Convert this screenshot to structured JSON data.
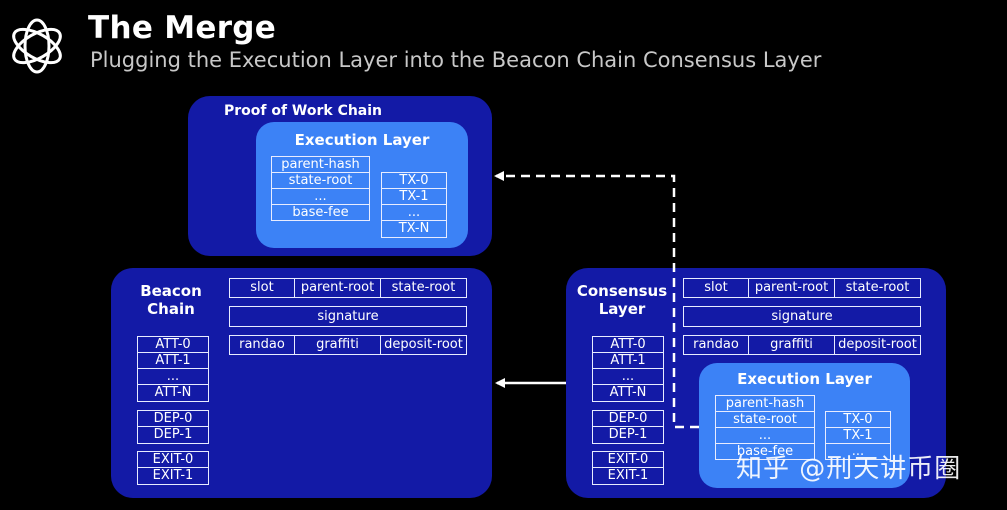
{
  "header": {
    "title": "The Merge",
    "subtitle": "Plugging the Execution Layer into the Beacon Chain Consensus Layer"
  },
  "pow": {
    "label": "Proof of Work Chain",
    "execution": {
      "label": "Execution Layer",
      "header_fields": [
        "parent-hash",
        "state-root",
        "...",
        "base-fee"
      ],
      "transactions": [
        "TX-0",
        "TX-1",
        "...",
        "TX-N"
      ]
    }
  },
  "beacon": {
    "label": "Beacon\nChain",
    "label_line1": "Beacon",
    "label_line2": "Chain",
    "row1": [
      "slot",
      "parent-root",
      "state-root"
    ],
    "row2": "signature",
    "row3": [
      "randao",
      "graffiti",
      "deposit-root"
    ],
    "attestations": [
      "ATT-0",
      "ATT-1",
      "...",
      "ATT-N"
    ],
    "deposits": [
      "DEP-0",
      "DEP-1"
    ],
    "exits": [
      "EXIT-0",
      "EXIT-1"
    ]
  },
  "consensus": {
    "label_line1": "Consensus",
    "label_line2": "Layer",
    "row1": [
      "slot",
      "parent-root",
      "state-root"
    ],
    "row2": "signature",
    "row3": [
      "randao",
      "graffiti",
      "deposit-root"
    ],
    "attestations": [
      "ATT-0",
      "ATT-1",
      "...",
      "ATT-N"
    ],
    "deposits": [
      "DEP-0",
      "DEP-1"
    ],
    "exits": [
      "EXIT-0",
      "EXIT-1"
    ],
    "execution": {
      "label": "Execution Layer",
      "header_fields": [
        "parent-hash",
        "state-root",
        "...",
        "base-fee"
      ],
      "transactions": [
        "TX-0",
        "TX-1",
        "..."
      ]
    }
  },
  "watermark": "知乎 @刑天讲币圈",
  "colors": {
    "navy": "#131aa6",
    "blue": "#3c82f6",
    "background": "#000000"
  }
}
